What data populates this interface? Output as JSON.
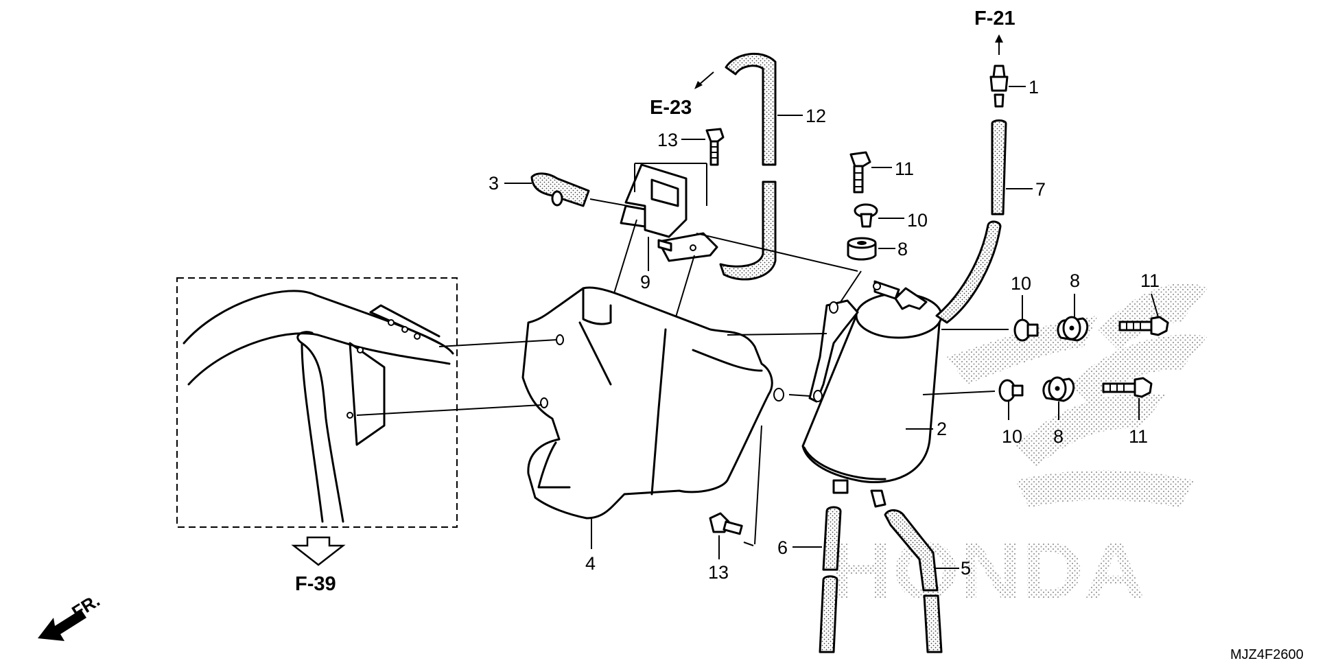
{
  "diagram_code": "MJZ4F2600",
  "watermark": "HONDA",
  "direction_label": "FR.",
  "references": {
    "f21": "F-21",
    "e23": "E-23",
    "f39": "F-39"
  },
  "callouts": {
    "c1": "1",
    "c2": "2",
    "c3": "3",
    "c4": "4",
    "c5": "5",
    "c6": "6",
    "c7": "7",
    "c8_top": "8",
    "c8_right_top": "8",
    "c8_right_bottom": "8",
    "c9": "9",
    "c10_top": "10",
    "c10_right_top": "10",
    "c10_right_bottom": "10",
    "c11_top": "11",
    "c11_right_top": "11",
    "c11_right_bottom": "11",
    "c12": "12",
    "c13_top": "13",
    "c13_bottom": "13"
  }
}
